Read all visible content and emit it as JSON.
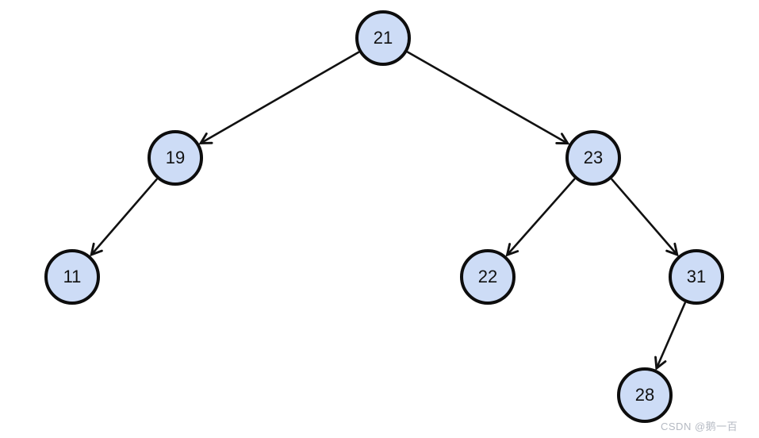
{
  "diagram": {
    "type": "binary-tree",
    "nodes": [
      {
        "value": "21"
      },
      {
        "value": "19"
      },
      {
        "value": "23"
      },
      {
        "value": "11"
      },
      {
        "value": "22"
      },
      {
        "value": "31"
      },
      {
        "value": "28"
      }
    ],
    "edges": [
      {
        "from": "21",
        "to": "19"
      },
      {
        "from": "21",
        "to": "23"
      },
      {
        "from": "19",
        "to": "11"
      },
      {
        "from": "23",
        "to": "22"
      },
      {
        "from": "23",
        "to": "31"
      },
      {
        "from": "31",
        "to": "28"
      }
    ],
    "colors": {
      "node_fill": "#cddcf6",
      "node_border": "#0d0d0d",
      "edge": "#111111",
      "background": "#ffffff"
    }
  },
  "watermark": {
    "text": "CSDN @鹅一百",
    "color": "#b5bac3"
  }
}
